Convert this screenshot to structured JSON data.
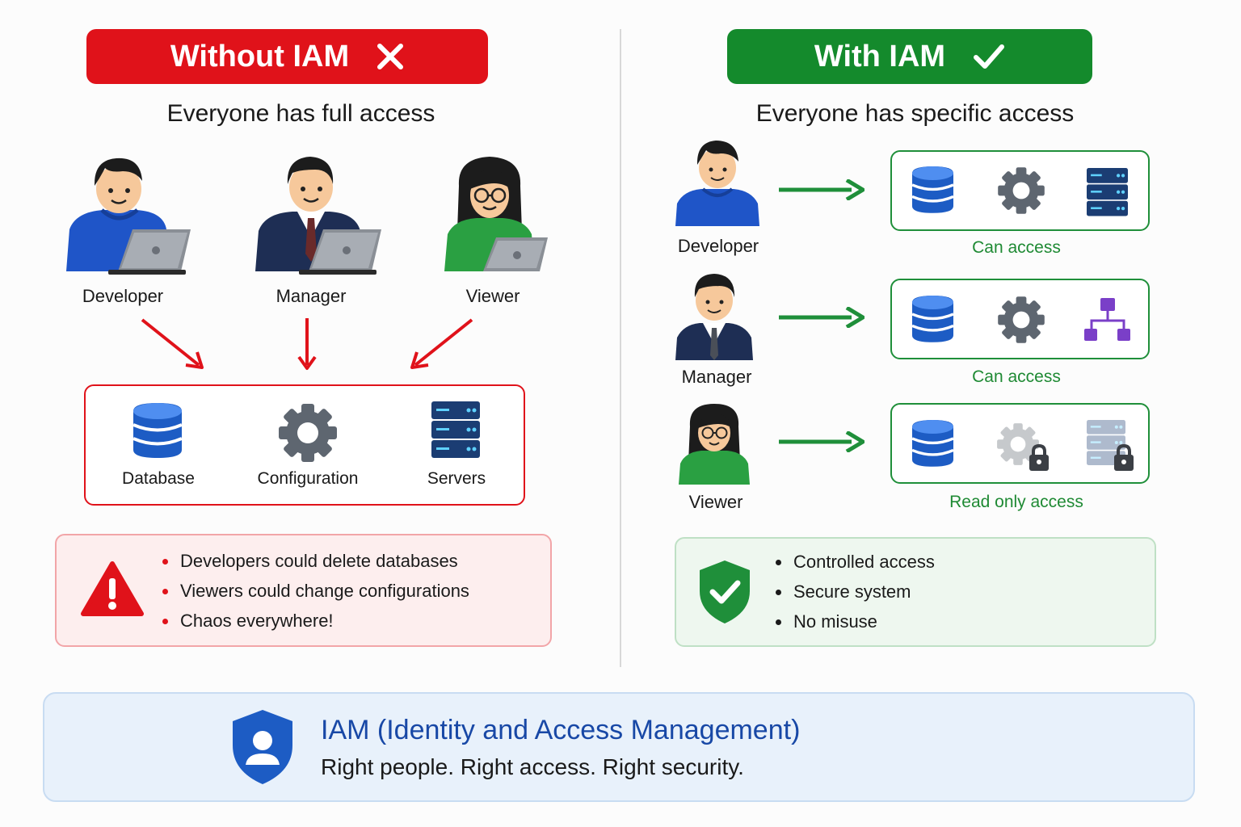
{
  "left": {
    "banner": "Without IAM",
    "subtitle": "Everyone has full access",
    "people": [
      "Developer",
      "Manager",
      "Viewer"
    ],
    "resources": [
      "Database",
      "Configuration",
      "Servers"
    ],
    "warnings": [
      "Developers could delete databases",
      "Viewers could change configurations",
      "Chaos everywhere!"
    ]
  },
  "right": {
    "banner": "With IAM",
    "subtitle": "Everyone has specific access",
    "rows": [
      {
        "person": "Developer",
        "caption": "Can access"
      },
      {
        "person": "Manager",
        "caption": "Can access"
      },
      {
        "person": "Viewer",
        "caption": "Read only access"
      }
    ],
    "benefits": [
      "Controlled access",
      "Secure system",
      "No misuse"
    ]
  },
  "footer": {
    "title": "IAM (Identity and Access Management)",
    "subtitle": "Right people. Right access. Right security."
  },
  "colors": {
    "danger": "#e0121a",
    "success": "#148a2c",
    "brand": "#1848a6"
  }
}
